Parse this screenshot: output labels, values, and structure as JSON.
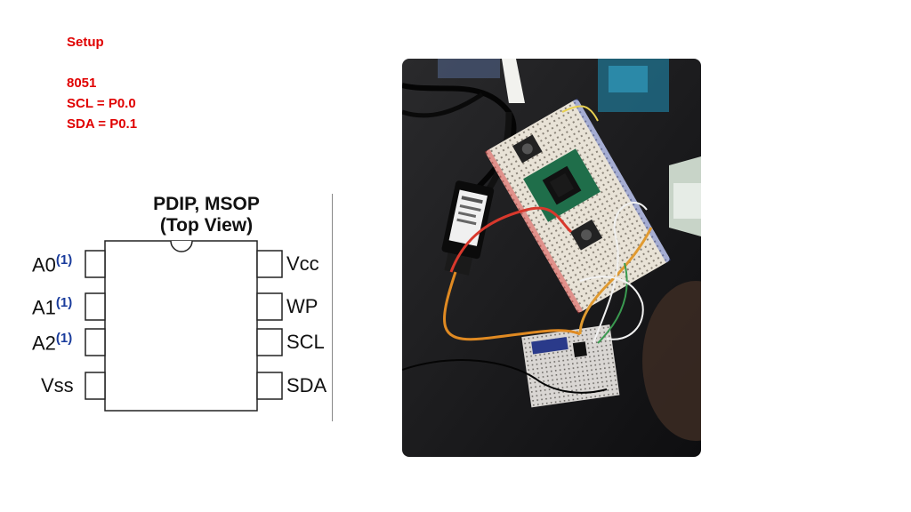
{
  "notes": {
    "heading": "Setup",
    "mcu": "8051",
    "scl_line": "SCL = P0.0",
    "sda_line": "SDA = P0.1"
  },
  "pinout": {
    "package_title_line1": "PDIP, MSOP",
    "package_title_line2": "(Top View)",
    "left_pins": [
      "A0",
      "A1",
      "A2",
      "Vss"
    ],
    "right_pins": [
      "Vcc",
      "WP",
      "SCL",
      "SDA"
    ],
    "footnote_marker": "(1)"
  },
  "colors": {
    "notes_text": "#e00000",
    "footnote": "#1a3c9c",
    "breadboard": "#e8e2d6",
    "chip_board": "#1f6e4a"
  }
}
